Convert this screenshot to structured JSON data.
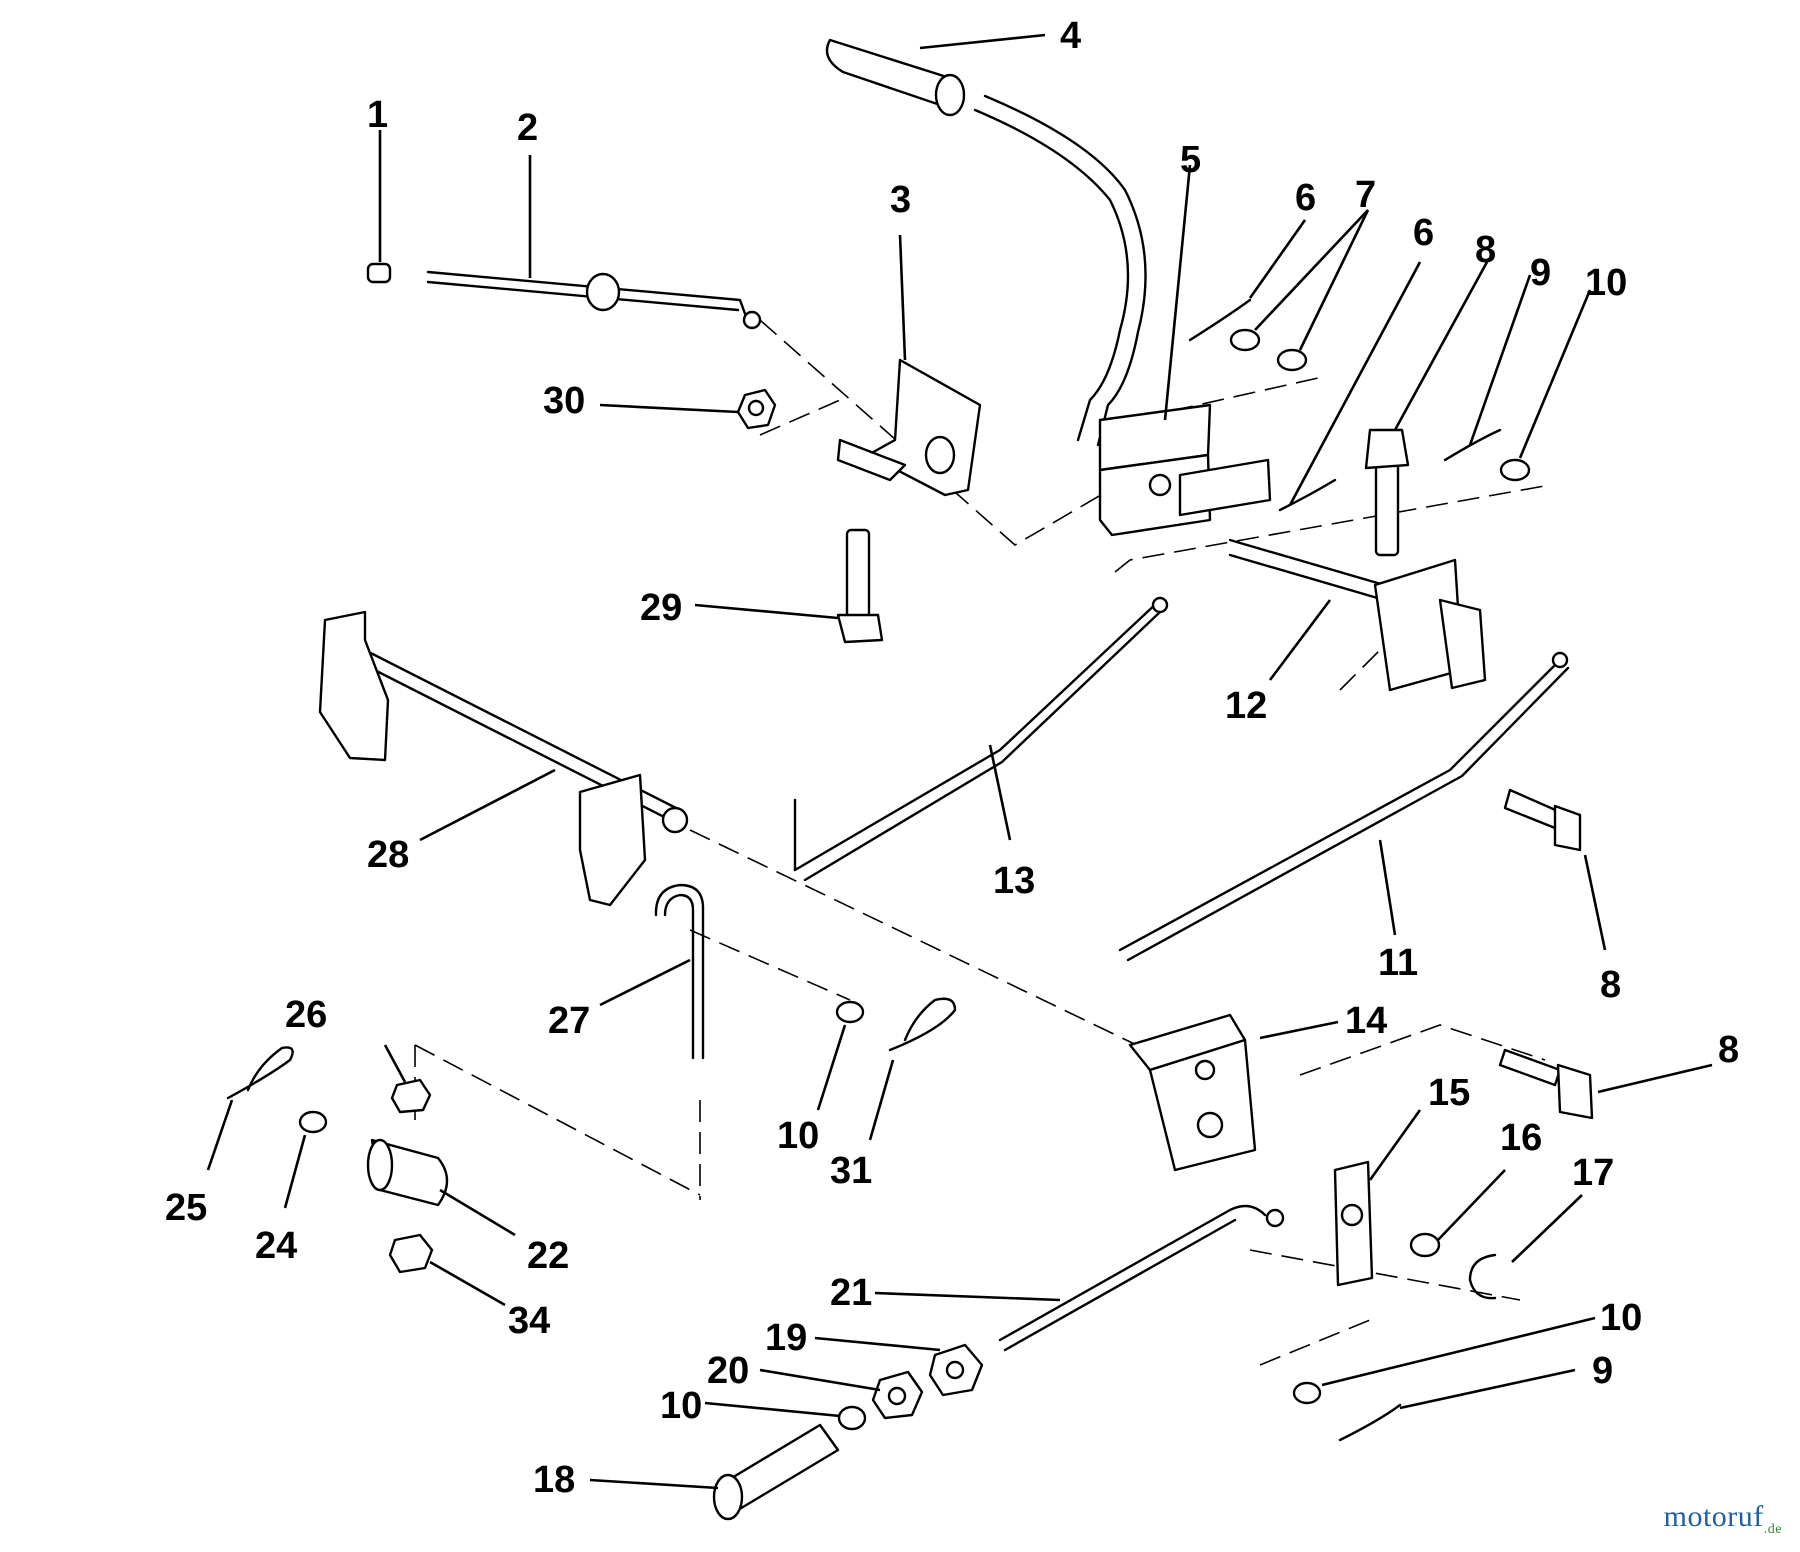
{
  "diagram": {
    "callouts": [
      "1",
      "2",
      "3",
      "4",
      "5",
      "6",
      "7",
      "6",
      "8",
      "9",
      "10",
      "30",
      "29",
      "12",
      "28",
      "13",
      "11",
      "8",
      "27",
      "26",
      "14",
      "8",
      "15",
      "16",
      "17",
      "10",
      "31",
      "25",
      "24",
      "22",
      "34",
      "21",
      "19",
      "20",
      "10",
      "18",
      "10",
      "9"
    ]
  },
  "watermark": {
    "brand": "motoruf",
    "tld": ".de",
    "colors": {
      "brand": "#1f5fa8",
      "tld": "#2d8a2d"
    }
  }
}
